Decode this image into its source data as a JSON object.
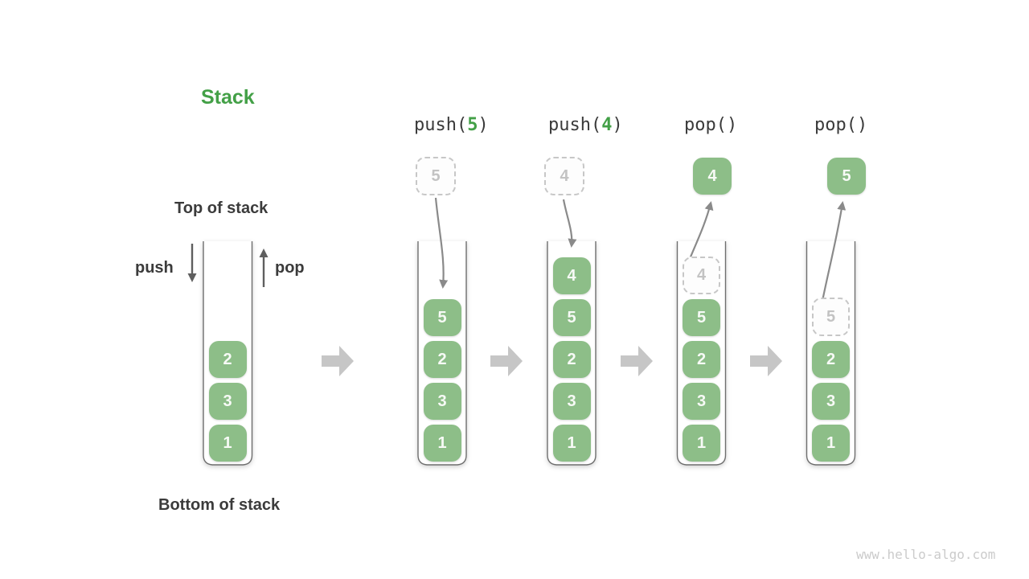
{
  "title": "Stack",
  "side_labels": {
    "top": "Top of stack",
    "bottom": "Bottom of stack",
    "push": "push",
    "pop": "pop"
  },
  "operations": [
    {
      "pre": "push(",
      "arg": "5",
      "post": ")"
    },
    {
      "pre": "push(",
      "arg": "4",
      "post": ")"
    },
    {
      "pre": "pop()",
      "arg": "",
      "post": ""
    },
    {
      "pre": "pop()",
      "arg": "",
      "post": ""
    }
  ],
  "floats": [
    {
      "value": "5",
      "style": "ghost"
    },
    {
      "value": "4",
      "style": "ghost"
    },
    {
      "value": "4",
      "style": "solid"
    },
    {
      "value": "5",
      "style": "solid"
    }
  ],
  "stacks": [
    {
      "cells": [
        "2",
        "3",
        "1"
      ]
    },
    {
      "cells": [
        "5",
        "2",
        "3",
        "1"
      ]
    },
    {
      "cells": [
        "4",
        "5",
        "2",
        "3",
        "1"
      ]
    },
    {
      "ghost": "4",
      "cells": [
        "5",
        "2",
        "3",
        "1"
      ]
    },
    {
      "ghost": "5",
      "cells": [
        "2",
        "3",
        "1"
      ]
    }
  ],
  "watermark": "www.hello-algo.com",
  "colors": {
    "accent_green": "#43A047",
    "cell_green": "#8DBE88",
    "curve_arrow_gray": "#8A8A8A",
    "block_arrow_gray": "#C6C6C6",
    "text_dark": "#3B3B3B",
    "ghost_gray": "#C7C7C7",
    "watermark_gray": "#CBCBCB"
  }
}
